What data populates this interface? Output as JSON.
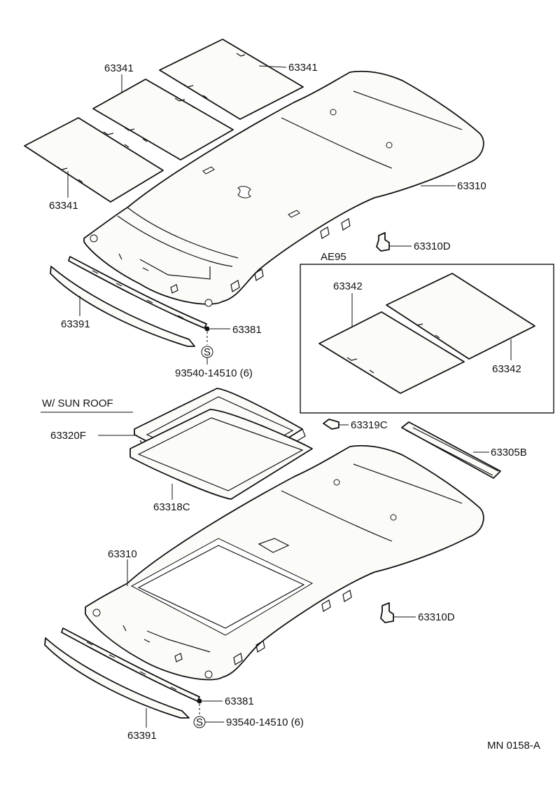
{
  "labels": {
    "upper": {
      "pad_top": "63341",
      "pad_mid": "63341",
      "pad_left": "63341",
      "headliner": "63310",
      "clip": "63310D",
      "group_title": "AE95",
      "pad_ae95_left": "63342",
      "pad_ae95_right": "63342",
      "garnish": "63391",
      "screw": "63381",
      "screw_part": "93540-14510 (6)"
    },
    "sunroof_title": "W/ SUN  ROOF",
    "lower": {
      "frame": "63320F",
      "seal": "63318C",
      "cap": "63319C",
      "rail": "63305B",
      "headliner": "63310",
      "clip": "63310D",
      "screw": "63381",
      "screw_part": "93540-14510 (6)",
      "garnish": "63391"
    },
    "diagram_code": "MN 0158-A"
  },
  "screw_symbol": "S",
  "colors": {
    "ink": "#111111",
    "paper": "#ffffff"
  }
}
